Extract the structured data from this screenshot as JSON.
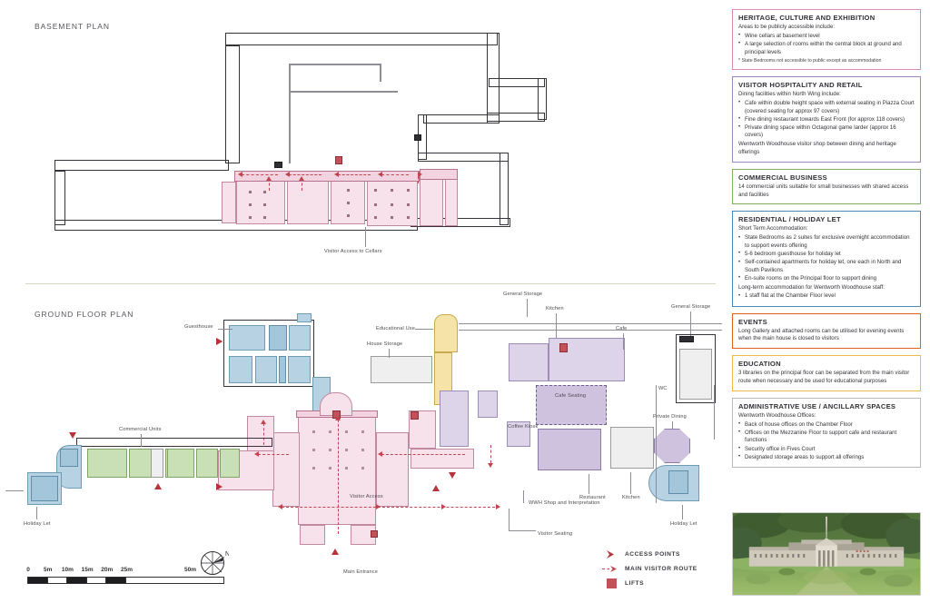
{
  "document": {
    "plans": [
      {
        "id": "basement",
        "title": "BASEMENT PLAN"
      },
      {
        "id": "ground",
        "title": "GROUND FLOOR PLAN"
      }
    ]
  },
  "plan_labels": {
    "basement": [
      {
        "text": "Visitor Access to Cellars"
      }
    ],
    "ground": [
      {
        "text": "Guesthouse"
      },
      {
        "text": "Educational Use"
      },
      {
        "text": "House Storage"
      },
      {
        "text": "General Storage"
      },
      {
        "text": "Kitchen"
      },
      {
        "text": "Cafe"
      },
      {
        "text": "General Storage"
      },
      {
        "text": "Cafe Seating"
      },
      {
        "text": "WC"
      },
      {
        "text": "Coffee Kiosk"
      },
      {
        "text": "Private Dining"
      },
      {
        "text": "Commercial Units"
      },
      {
        "text": "Visitor Access"
      },
      {
        "text": "Restaurant"
      },
      {
        "text": "Kitchen"
      },
      {
        "text": "WWH Shop and Interpretation"
      },
      {
        "text": "Visitor Seating"
      },
      {
        "text": "Holiday Let"
      },
      {
        "text": "Holiday Let"
      },
      {
        "text": "Main Entrance"
      }
    ]
  },
  "scale": {
    "ticks": [
      "0",
      "5m",
      "10m",
      "15m",
      "20m",
      "25m"
    ],
    "end_tick": "50m",
    "north_letter": "N"
  },
  "key": {
    "items": [
      {
        "label": "ACCESS POINTS",
        "symbol": "chevron-arrow"
      },
      {
        "label": "MAIN VISITOR ROUTE",
        "symbol": "dashed-arrow"
      },
      {
        "label": "LIFTS",
        "symbol": "filled-square"
      }
    ]
  },
  "legend": {
    "panels": [
      {
        "title": "HERITAGE, CULTURE AND EXHIBITION",
        "border_color": "#d98ab5",
        "intro": "Areas to be publicly accessible include:",
        "bullets": [
          "Wine cellars at basement level",
          "A large selection of rooms within the central block at ground and principal levels"
        ],
        "note": "* State Bedrooms not accessible to public except as accommodation"
      },
      {
        "title": "VISITOR HOSPITALITY AND RETAIL",
        "border_color": "#9b86bb",
        "intro": "Dining facilities within North Wing include:",
        "bullets": [
          "Cafe within double height space with external seating in Piazza Court (covered seating for approx 97 covers)",
          "Fine dining restaurant towards East Front (for approx 118 covers)",
          "Private dining space within Octagonal game larder (approx 16 covers)"
        ],
        "foot": "Wentworth Woodhouse visitor shop between dining and heritage offerings"
      },
      {
        "title": "COMMERCIAL BUSINESS",
        "border_color": "#7fae62",
        "intro": "14 commercial units suitable for small businesses with shared access and facilities",
        "bullets": []
      },
      {
        "title": "RESIDENTIAL / HOLIDAY LET",
        "border_color": "#4f87b5",
        "intro": "Short Term Accommodation:",
        "bullets": [
          "State Bedrooms as 2 suites for exclusive overnight accommodation to support events offering",
          "5-6 bedroom guesthouse for holiday let",
          "Self-contained apartments for holiday let, one each in North and South Pavilions",
          "En-suite rooms on the Principal floor to support dining"
        ],
        "foot": "Long-term accommodation for Wentworth Woodhouse staff:",
        "bullets2": [
          "1 staff flat at the Chamber Floor level"
        ]
      },
      {
        "title": "EVENTS",
        "border_color": "#e2601f",
        "intro": "Long Gallery and attached rooms can be utilised for evening events when the main house is closed to visitors",
        "bullets": []
      },
      {
        "title": "EDUCATION",
        "border_color": "#edbb4a",
        "intro": "3 libraries on the principal floor can be separated from the main visitor route when necessary and be used for educational purposes",
        "bullets": []
      },
      {
        "title": "ADMINISTRATIVE USE / ANCILLARY SPACES",
        "border_color": "#b9b9b9",
        "intro": "Wentworth Woodhouse Offices:",
        "bullets": [
          "Back of house offices on the Chamber Floor",
          "Offices on the Mezzanine Floor to support cafe and restaurant functions",
          "Security office in Fives Court",
          "Designated storage areas to support all offerings"
        ]
      }
    ]
  },
  "photo": {
    "caption": ""
  }
}
